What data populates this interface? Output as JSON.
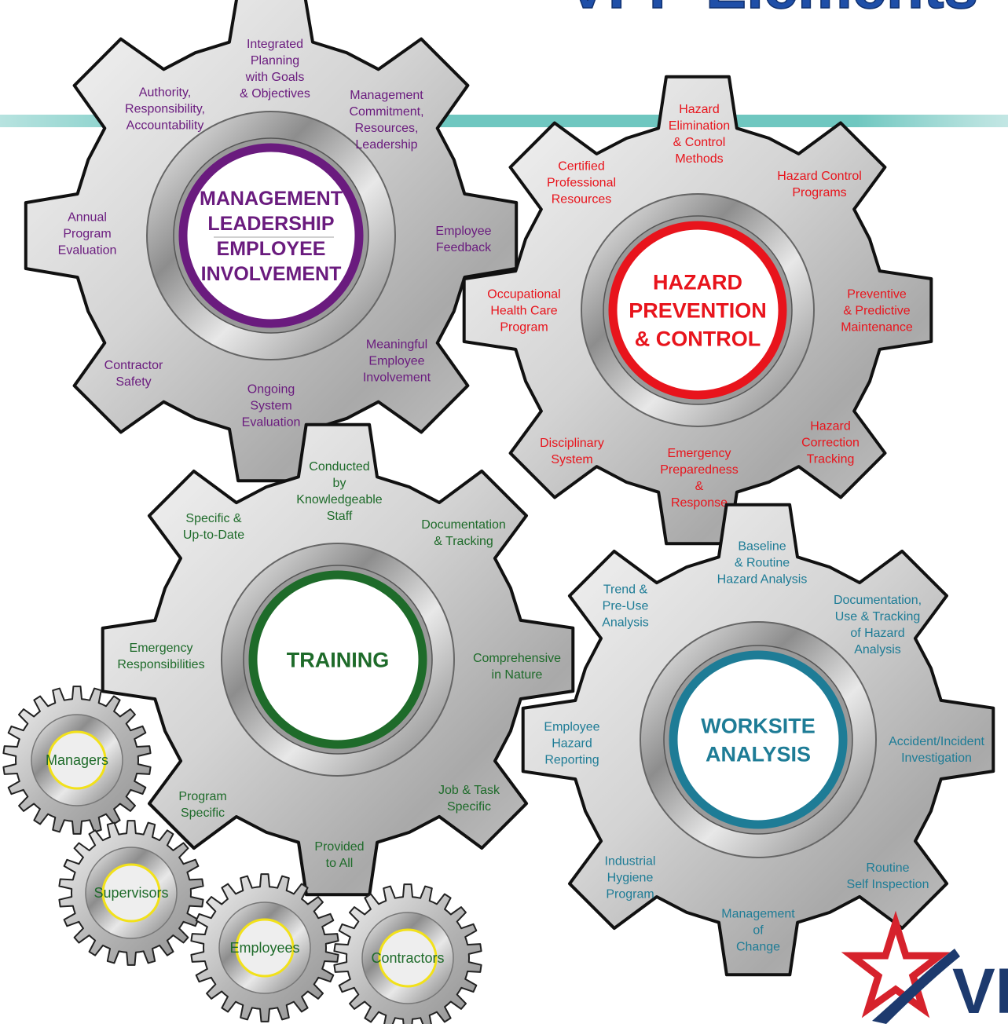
{
  "title": "VPP Elements",
  "logo_text": "VPP",
  "colors": {
    "management": "#6a1b7e",
    "hazard": "#e8141c",
    "training": "#1e6b2a",
    "worksite": "#1e7c96",
    "small_gears": "#1e6b2a",
    "ring_yellow": "#f2e11a",
    "band": "#6fc7c0",
    "title_blue": "#1f4fa8",
    "logo_red": "#d6222c",
    "logo_navy": "#1d3a6e"
  },
  "gears": {
    "management": {
      "center_lines": [
        "MANAGEMENT",
        "LEADERSHIP",
        "EMPLOYEE",
        "INVOLVEMENT"
      ],
      "items": [
        [
          "Integrated",
          "Planning",
          "with Goals",
          "& Objectives"
        ],
        [
          "Management",
          "Commitment,",
          "Resources,",
          "Leadership"
        ],
        [
          "Employee",
          "Feedback"
        ],
        [
          "Meaningful",
          "Employee",
          "Involvement"
        ],
        [
          "Ongoing",
          "System",
          "Evaluation"
        ],
        [
          "Contractor",
          "Safety"
        ],
        [
          "Annual",
          "Program",
          "Evaluation"
        ],
        [
          "Authority,",
          "Responsibility,",
          "Accountability"
        ]
      ]
    },
    "hazard": {
      "center_lines": [
        "HAZARD",
        "PREVENTION",
        "& CONTROL"
      ],
      "items": [
        [
          "Hazard",
          "Elimination",
          "& Control",
          "Methods"
        ],
        [
          "Hazard Control",
          "Programs"
        ],
        [
          "Preventive",
          "& Predictive",
          "Maintenance"
        ],
        [
          "Hazard",
          "Correction",
          "Tracking"
        ],
        [
          "Emergency",
          "Preparedness",
          "&",
          "Response"
        ],
        [
          "Disciplinary",
          "System"
        ],
        [
          "Occupational",
          "Health Care",
          "Program"
        ],
        [
          "Certified",
          "Professional",
          "Resources"
        ]
      ]
    },
    "training": {
      "center_lines": [
        "TRAINING"
      ],
      "items": [
        [
          "Conducted",
          "by",
          "Knowledgeable",
          "Staff"
        ],
        [
          "Documentation",
          "& Tracking"
        ],
        [
          "Comprehensive",
          "in Nature"
        ],
        [
          "Job & Task",
          "Specific"
        ],
        [
          "Provided",
          "to All"
        ],
        [
          "Program",
          "Specific"
        ],
        [
          "Emergency",
          "Responsibilities"
        ],
        [
          "Specific &",
          "Up-to-Date"
        ]
      ]
    },
    "worksite": {
      "center_lines": [
        "WORKSITE",
        "ANALYSIS"
      ],
      "items": [
        [
          "Baseline",
          "& Routine",
          "Hazard Analysis"
        ],
        [
          "Documentation,",
          "Use & Tracking",
          "of Hazard",
          "Analysis"
        ],
        [
          "Accident/Incident",
          "Investigation"
        ],
        [
          "Routine",
          "Self Inspection"
        ],
        [
          "Management",
          "of",
          "Change"
        ],
        [
          "Industrial",
          "Hygiene",
          "Program"
        ],
        [
          "Employee",
          "Hazard",
          "Reporting"
        ],
        [
          "Trend &",
          "Pre-Use",
          "Analysis"
        ]
      ]
    }
  },
  "small_gears": [
    "Managers",
    "Supervisors",
    "Employees",
    "Contractors"
  ]
}
